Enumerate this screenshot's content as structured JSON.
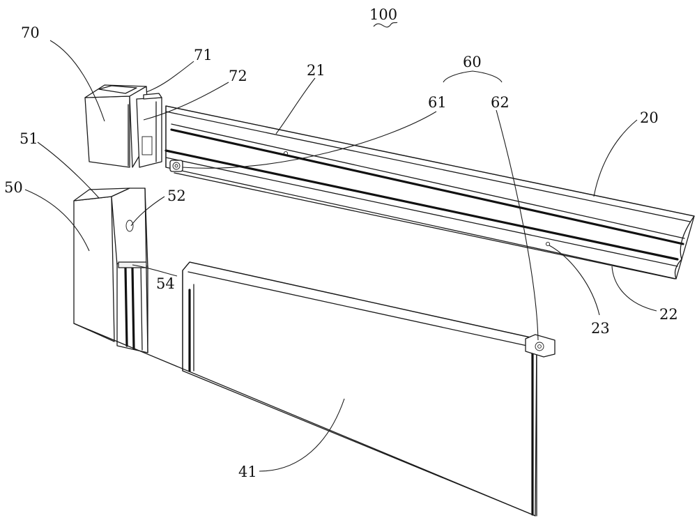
{
  "labels": {
    "l100": "100",
    "l70": "70",
    "l71": "71",
    "l72": "72",
    "l21": "21",
    "l60": "60",
    "l61": "61",
    "l62": "62",
    "l20": "20",
    "l51": "51",
    "l50": "50",
    "l52": "52",
    "l54": "54",
    "l23": "23",
    "l22": "22",
    "l41": "41"
  },
  "colors": {
    "line": "#1a1a1a",
    "background": "#ffffff"
  }
}
